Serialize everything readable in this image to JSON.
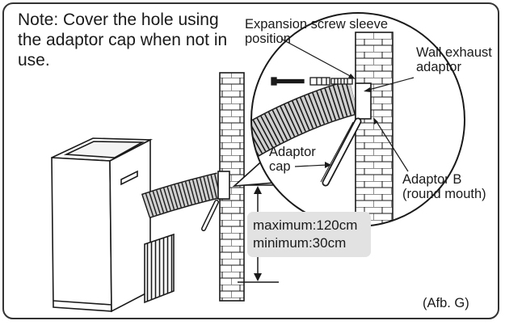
{
  "note": "Note: Cover the hole using the adaptor cap when not in use.",
  "labels": {
    "sleeve_line1": "Expansion screw sleeve",
    "sleeve_line2": "position",
    "wall_adaptor_line1": "Wall exhaust",
    "wall_adaptor_line2": "adaptor",
    "cap_line1": "Adaptor",
    "cap_line2": "cap",
    "adaptor_b_line1": "Adaptor B",
    "adaptor_b_line2": "(round mouth)"
  },
  "range": {
    "maximum": "maximum:120cm",
    "minimum": "minimum:30cm"
  },
  "figure_ref": "(Afb. G)",
  "colors": {
    "line": "#1a1a1a",
    "hose": "#cfcfcf",
    "range_box": "#e2e2e2"
  }
}
